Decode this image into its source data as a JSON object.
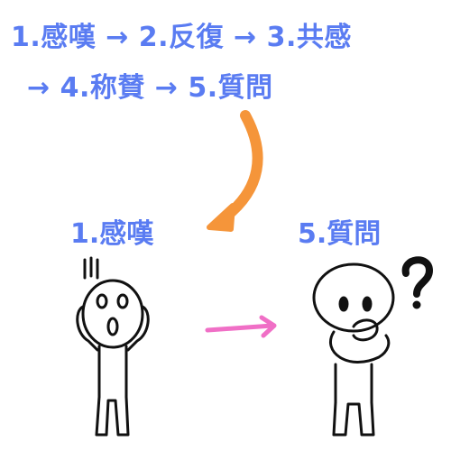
{
  "sequence": {
    "line1": "1.感嘆 → 2.反復 → 3.共感",
    "line2": "→ 4.称賛 → 5.質問"
  },
  "left_label": "1.感嘆",
  "right_label": "5.質問",
  "colors": {
    "text": "#5a7cf2",
    "orange_arrow": "#f5953a",
    "pink_arrow": "#f06fc6",
    "figure_stroke": "#111111"
  },
  "icons": [
    "curved-arrow-icon",
    "surprised-person-icon",
    "right-arrow-icon",
    "thinking-person-icon",
    "question-mark-icon"
  ]
}
